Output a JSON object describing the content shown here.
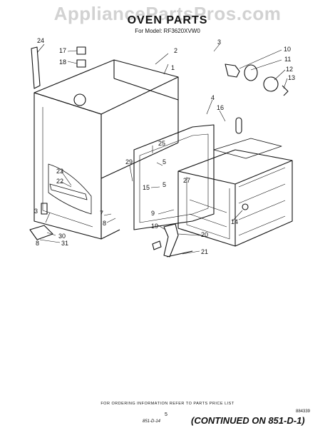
{
  "watermark": "AppliancePartsPros.com",
  "header": {
    "title": "OVEN PARTS",
    "model": "For Model: RF3620XVW0"
  },
  "callouts": [
    "1",
    "2",
    "3",
    "4",
    "5",
    "5",
    "7",
    "8",
    "8",
    "9",
    "10",
    "11",
    "12",
    "13",
    "14",
    "15",
    "16",
    "17",
    "18",
    "19",
    "20",
    "21",
    "22",
    "23",
    "24",
    "25",
    "27",
    "29",
    "30",
    "31"
  ],
  "footer": {
    "ordering_note": "FOR ORDERING INFORMATION REFER TO PARTS PRICE LIST",
    "page_number": "5",
    "code": "884339",
    "handwritten_ref": "851-D-14",
    "continued": "(CONTINUED ON 851-D-1)"
  }
}
